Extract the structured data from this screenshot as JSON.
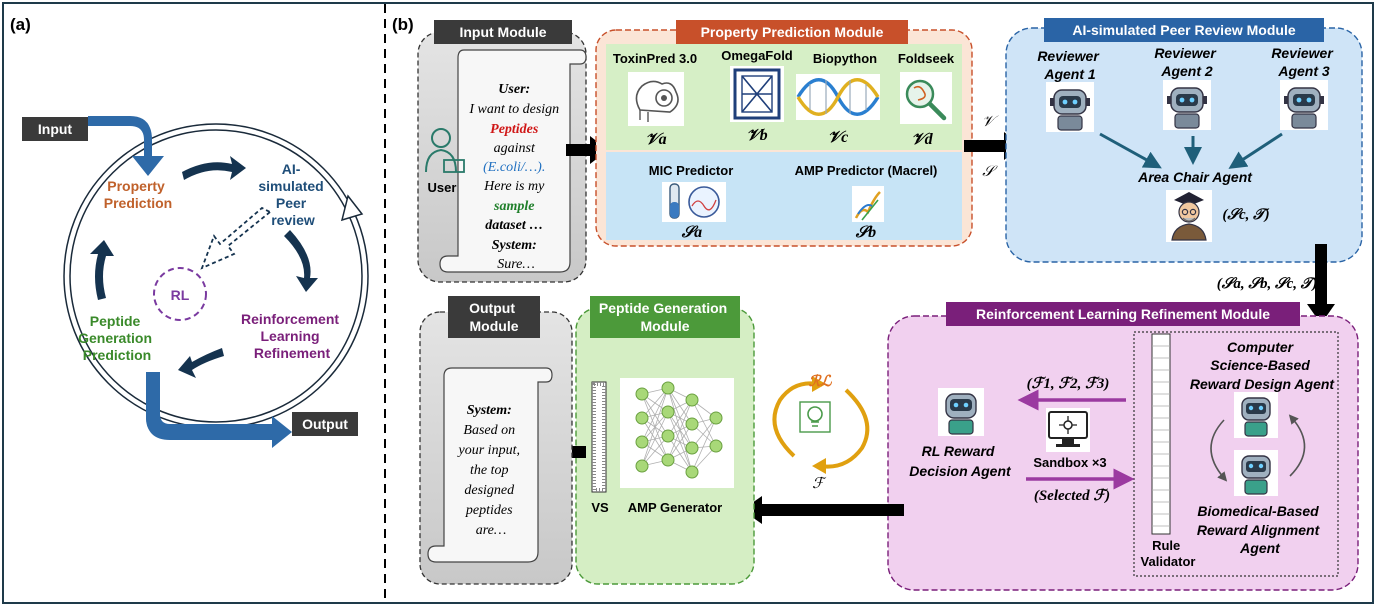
{
  "panels": {
    "a": "(a)",
    "b": "(b)"
  },
  "cycle": {
    "input": "Input",
    "output": "Output",
    "property_prediction": [
      "Property",
      "Prediction"
    ],
    "peer_review": [
      "AI-",
      "simulated",
      "Peer",
      "review"
    ],
    "rl_refinement": [
      "Reinforcement",
      "Learning",
      "Refinement"
    ],
    "peptide_generation": [
      "Peptide",
      "Generation",
      "Prediction"
    ],
    "rl": "RL"
  },
  "input_module": {
    "title": "Input Module",
    "user_icon_label": "User",
    "lines": [
      "User:",
      "I want to design",
      "Peptides",
      "against",
      "(E.coli/…).",
      "Here is my",
      "sample",
      "dataset …",
      "System:",
      "Sure…"
    ]
  },
  "property_module": {
    "title": "Property Prediction Module",
    "tools": [
      {
        "name": "ToxinPred 3.0",
        "sym": "𝒱a",
        "icon": "brain-gear-icon"
      },
      {
        "name": "OmegaFold",
        "sym": "𝒱b",
        "icon": "protein-fold-icon"
      },
      {
        "name": "Biopython",
        "sym": "𝒱c",
        "icon": "dna-helix-icon"
      },
      {
        "name": "Foldseek",
        "sym": "𝒱d",
        "icon": "magnifier-structure-icon"
      }
    ],
    "predictors": [
      {
        "name": "MIC Predictor",
        "sym": "𝒮a",
        "icon": "test-tube-icon"
      },
      {
        "name": "AMP Predictor (Macrel)",
        "sym": "𝒮b",
        "icon": "peptide-ribbon-icon"
      }
    ],
    "out_v": "𝒱",
    "out_s": "𝒮"
  },
  "review_module": {
    "title": "AI-simulated Peer Review Module",
    "reviewers": [
      [
        "Reviewer",
        "Agent 1"
      ],
      [
        "Reviewer",
        "Agent 2"
      ],
      [
        "Reviewer",
        "Agent 3"
      ]
    ],
    "area_chair": "Area Chair Agent",
    "area_chair_out": "(𝒮c, 𝒯)",
    "to_rl_label": "(𝒮a, 𝒮b, 𝒮c, 𝒯)"
  },
  "rl_module": {
    "title": "Reinforcement Learning Refinement Module",
    "decision_agent": [
      "RL Reward",
      "Decision Agent"
    ],
    "cs_agent": [
      "Computer",
      "Science-Based",
      "Reward Design Agent"
    ],
    "bio_agent": [
      "Biomedical-Based",
      "Reward Alignment",
      "Agent"
    ],
    "f_set": "(ℱ1, ℱ2, ℱ3)",
    "sandbox": "Sandbox ×3",
    "selected": "(Selected ℱ)",
    "validator": [
      "Rule",
      "Validator"
    ]
  },
  "loop": {
    "rl": "ℛℒ",
    "f": "ℱ"
  },
  "generation_module": {
    "title": [
      "Peptide Generation",
      "Module"
    ],
    "vs": "VS",
    "generator": "AMP Generator"
  },
  "output_module": {
    "title": [
      "Output",
      "Module"
    ],
    "lines": [
      "System:",
      "Based on",
      "your input,",
      "the top",
      "designed",
      "peptides",
      "are…"
    ]
  },
  "colors": {
    "dark_label": "#3a3a3a",
    "orange": "#c8502a",
    "blue_title": "#2a64a6",
    "purple_title": "#7a1f7a",
    "green_title": "#4c9a3a",
    "property_green": "#cfe9bf",
    "property_blue": "#c7e4f6",
    "review_bg": "#cfe4f7",
    "rl_bg": "#f1d0ef",
    "gen_bg": "#d5eec4",
    "gray_bg": "#d4d4d4",
    "cycle_blue": "#2e6aa8",
    "cycle_navy": "#15334f",
    "prop_text": "#c0612b",
    "peer_text": "#1f4e79",
    "rl_text": "#7a1f7a",
    "gen_text": "#3a8a2a",
    "arrow_purple": "#9b3aa0"
  }
}
